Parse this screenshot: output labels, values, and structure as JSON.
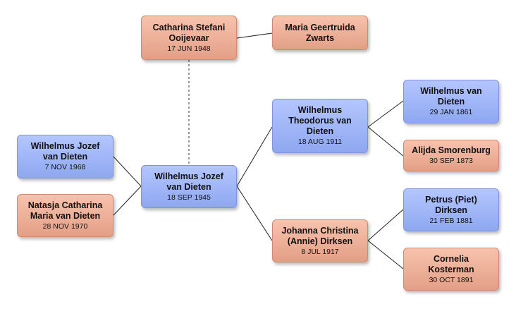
{
  "people": {
    "wife": {
      "name_line1": "Catharina Stefani",
      "name_line2": "Ooijevaar",
      "date": "17 JUN 1948",
      "sex": "female"
    },
    "wife_mother": {
      "name_line1": "Maria Geertruida",
      "name_line2": "Zwarts",
      "sex": "female"
    },
    "child1": {
      "name_line1": "Wilhelmus Jozef",
      "name_line2": "van Dieten",
      "date": "7 NOV 1968",
      "sex": "male"
    },
    "child2": {
      "name_line1": "Natasja Catharina",
      "name_line2": "Maria van Dieten",
      "date": "28 NOV 1970",
      "sex": "female"
    },
    "root": {
      "name_line1": "Wilhelmus Jozef",
      "name_line2": "van Dieten",
      "date": "18 SEP 1945",
      "sex": "male"
    },
    "father": {
      "name_line1": "Wilhelmus",
      "name_line2": "Theodorus van",
      "name_line3": "Dieten",
      "date": "18 AUG 1911",
      "sex": "male"
    },
    "mother": {
      "name_line1": "Johanna Christina",
      "name_line2": "(Annie) Dirksen",
      "date": "8 JUL 1917",
      "sex": "female"
    },
    "pat_grandfather": {
      "name_line1": "Wilhelmus van",
      "name_line2": "Dieten",
      "date": "29 JAN 1861",
      "sex": "male"
    },
    "pat_grandmother": {
      "name_line1": "Alijda Smorenburg",
      "date": "30 SEP 1873",
      "sex": "female"
    },
    "mat_grandfather": {
      "name_line1": "Petrus (Piet)",
      "name_line2": "Dirksen",
      "date": "21 FEB 1881",
      "sex": "male"
    },
    "mat_grandmother": {
      "name_line1": "Cornelia",
      "name_line2": "Kosterman",
      "date": "30 OCT 1891",
      "sex": "female"
    }
  }
}
